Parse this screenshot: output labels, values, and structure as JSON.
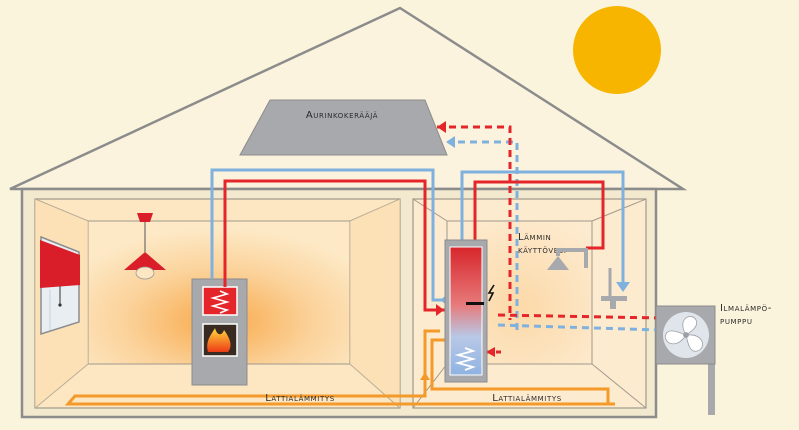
{
  "labels": {
    "collector": "Aurinkokerääjä",
    "hot_water_line1": "Lämmin",
    "hot_water_line2": "käyttövesi",
    "heat_pump_line1": "Ilmalämpö-",
    "heat_pump_line2": "pumppu",
    "floor_heating_left": "Lattialämmitys",
    "floor_heating_right": "Lattialämmitys"
  },
  "icons": {
    "sun": "sun-icon",
    "collector": "solar-collector-icon",
    "lamp": "ceiling-lamp-icon",
    "window": "window-icon",
    "stove": "fireplace-icon",
    "tank": "water-tank-icon",
    "shower": "shower-icon",
    "tap": "tap-icon",
    "fan": "fan-icon",
    "electric": "lightning-icon"
  },
  "colors": {
    "background": "#fbf4dc",
    "hot_pipe": "#e4262a",
    "cold_pipe": "#7fb1df",
    "floor_pipe": "#f39a2a",
    "sun": "#f7b500",
    "wall": "#8c8c8c",
    "device": "#a7a9ac"
  }
}
